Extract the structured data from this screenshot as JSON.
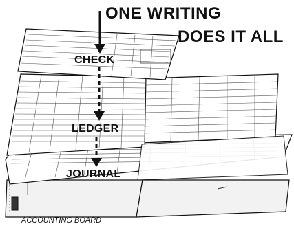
{
  "headline": {
    "line1": "ONE WRITING",
    "line2": "DOES IT ALL"
  },
  "layers": {
    "check": "CHECK",
    "ledger": "LEDGER",
    "journal": "JOURNAL",
    "board": "ACCOUNTING BOARD"
  },
  "colors": {
    "ink": "#111111",
    "sheet_fill": "#ffffff",
    "board_fill": "#f2f2f2",
    "shadow": "#d9d9d9"
  }
}
